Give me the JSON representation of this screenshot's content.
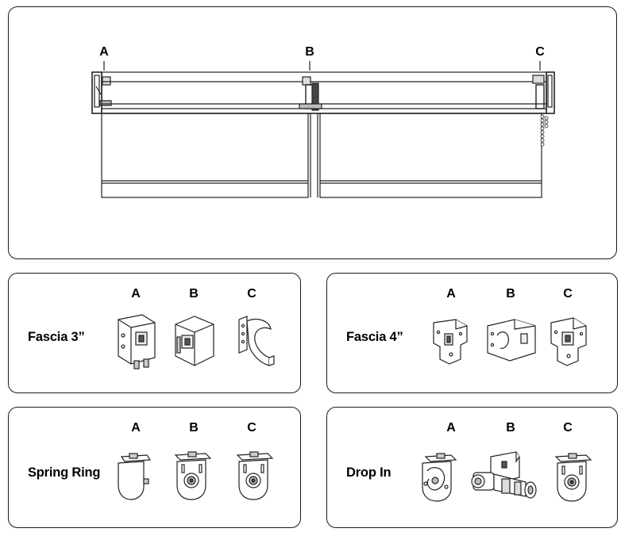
{
  "overview": {
    "labels": [
      "A",
      "B",
      "C"
    ]
  },
  "panels": [
    {
      "title": "Fascia 3”",
      "columns": [
        "A",
        "B",
        "C"
      ],
      "icons": [
        "fascia3-bracket-a-icon",
        "fascia3-bracket-b-icon",
        "fascia3-bracket-c-icon"
      ]
    },
    {
      "title": "Fascia 4”",
      "columns": [
        "A",
        "B",
        "C"
      ],
      "icons": [
        "fascia4-bracket-a-icon",
        "fascia4-bracket-b-icon",
        "fascia4-bracket-c-icon"
      ]
    },
    {
      "title": "Spring Ring",
      "columns": [
        "A",
        "B",
        "C"
      ],
      "icons": [
        "spring-ring-bracket-a-icon",
        "spring-ring-bracket-b-icon",
        "spring-ring-bracket-c-icon"
      ]
    },
    {
      "title": "Drop In",
      "columns": [
        "A",
        "B",
        "C"
      ],
      "icons": [
        "drop-in-bracket-a-icon",
        "drop-in-bracket-b-icon",
        "drop-in-bracket-c-icon"
      ]
    }
  ]
}
